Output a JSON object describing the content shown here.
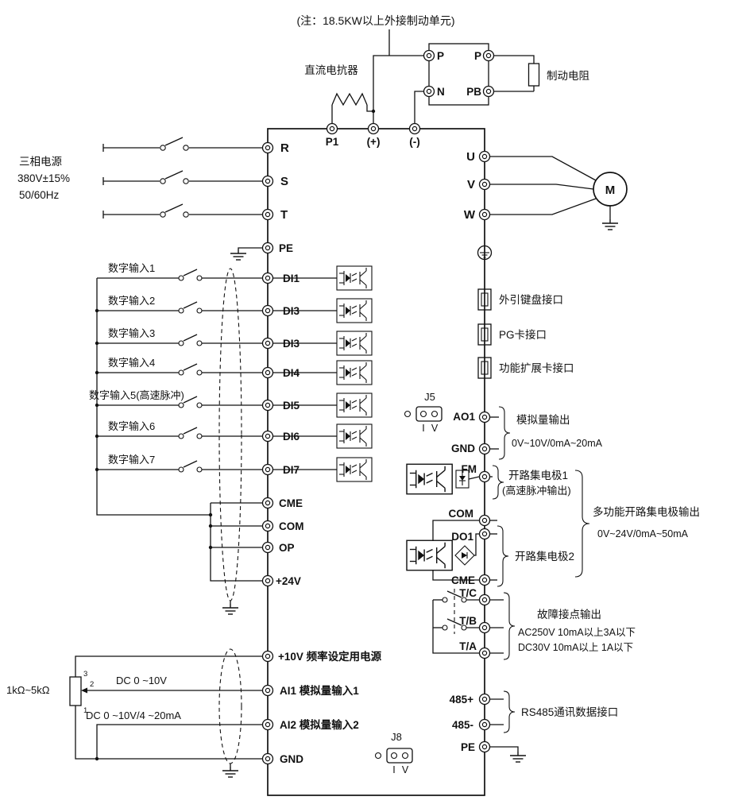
{
  "diagram": {
    "note_top": "(注：18.5KW以上外接制动单元)",
    "dc_reactor": "直流电抗器",
    "brake_resistor": "制动电阻",
    "brake_unit": {
      "p_left": "P",
      "n": "N",
      "p_right": "P",
      "pb": "PB"
    },
    "supply": {
      "line1": "三相电源",
      "line2": "380V±15%",
      "line3": "50/60Hz"
    },
    "top_terminals": {
      "p1": "P1",
      "plus": "(+)",
      "minus": "(-)"
    },
    "input_terminals": {
      "r": "R",
      "s": "S",
      "t": "T",
      "pe": "PE"
    },
    "output_terminals": {
      "u": "U",
      "v": "V",
      "w": "W",
      "motor": "M"
    },
    "digital_inputs": [
      {
        "label": "数字输入1",
        "terminal": "DI1"
      },
      {
        "label": "数字输入2",
        "terminal": "DI3"
      },
      {
        "label": "数字输入3",
        "terminal": "DI3"
      },
      {
        "label": "数字输入4",
        "terminal": "DI4"
      },
      {
        "label": "数字输入5(高速脉冲)",
        "terminal": "DI5"
      },
      {
        "label": "数字输入6",
        "terminal": "DI6"
      },
      {
        "label": "数字输入7",
        "terminal": "DI7"
      }
    ],
    "common_terminals": {
      "cme": "CME",
      "com": "COM",
      "op": "OP",
      "p24": "+24V"
    },
    "interfaces": [
      {
        "label": "外引键盘接口"
      },
      {
        "label": "PG卡接口"
      },
      {
        "label": "功能扩展卡接口"
      }
    ],
    "jumper_j5": {
      "label": "J5",
      "pin_i": "I",
      "pin_v": "V"
    },
    "analog_output": {
      "ao1": "AO1",
      "gnd": "GND",
      "title": "模拟量输出",
      "range": "0V~10V/0mA~20mA"
    },
    "open_collector": {
      "fm": "FM",
      "com": "COM",
      "do1": "DO1",
      "cme": "CME",
      "oc1": "开路集电极1",
      "oc1_sub": "(高速脉冲输出)",
      "oc2": "开路集电极2",
      "title": "多功能开路集电极输出",
      "range": "0V~24V/0mA~50mA"
    },
    "fault_relay": {
      "tc": "T/C",
      "tb": "T/B",
      "ta": "T/A",
      "title": "故障接点输出",
      "spec1": "AC250V 10mA以上3A以下",
      "spec2": "DC30V 10mA以上 1A以下"
    },
    "analog_input": {
      "p10": "+10V 频率设定用电源",
      "pot": "1kΩ~5kΩ",
      "pin3": "3",
      "pin2": "2",
      "pin1": "1",
      "ai1_src": "DC 0 ~10V",
      "ai1": "AI1 模拟量输入1",
      "ai2_src": "DC 0 ~10V/4 ~20mA",
      "ai2": "AI2 模拟量输入2",
      "gnd": "GND"
    },
    "rs485": {
      "plus": "485+",
      "minus": "485-",
      "title": "RS485通讯数据接口",
      "pe": "PE"
    },
    "jumper_j8": {
      "label": "J8",
      "pin_i": "I",
      "pin_v": "V"
    }
  }
}
